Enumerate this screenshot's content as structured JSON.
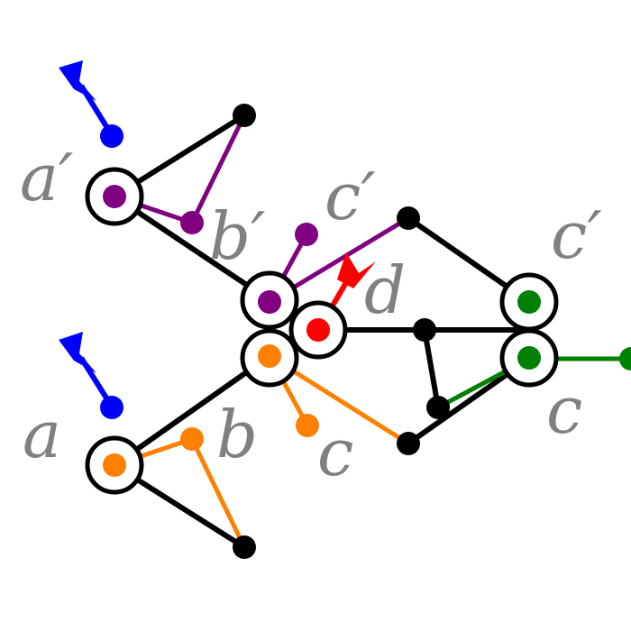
{
  "labels": {
    "a_prime": "a′",
    "b_prime": "b′",
    "c_prime_left": "c′",
    "d": "d",
    "c_prime_right": "c′",
    "a": "a",
    "b": "b",
    "c_left": "c",
    "c_right": "c"
  },
  "colors": {
    "black": "#000000",
    "purple": "#800080",
    "orange": "#ff8000",
    "red": "#ff0000",
    "green": "#008000",
    "blue": "#0000ff",
    "label_gray": "#808080"
  },
  "icons": {
    "blue_arrow_top": "arrowhead-icon",
    "blue_arrow_bottom": "arrowhead-icon",
    "red_arrow": "arrowhead-icon"
  }
}
